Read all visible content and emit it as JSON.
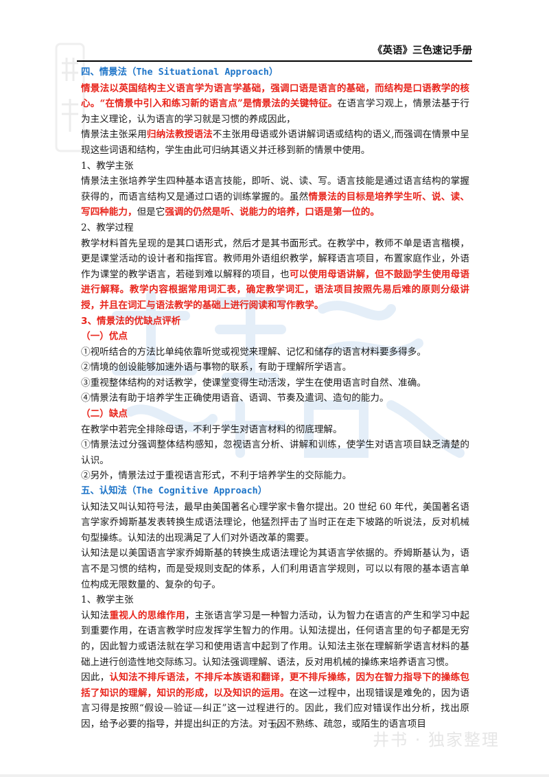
{
  "header": {
    "title": "《英语》三色速记手册"
  },
  "page_number": "50",
  "watermark": {
    "footer_text": "井书 · 独家整理"
  },
  "content": {
    "p1": {
      "heading": "四、情景法（The Situational Approach）"
    },
    "p2": {
      "s1": "情景法以英国结构主义语言学为语言学基础，强调口语是语言的基础，而结构是口语教学的核心。“在情景中引入和练习新的语言点”是情景法的关键特征。",
      "s2": "在语言学习观上，情景法基于行为主义理论，认为语言的学习就是习惯的养成因此，"
    },
    "p3": {
      "s1": "情景法主张采用",
      "s2": "归纳法教授语法",
      "s3": "不主张用母语或外语讲解词语或结构的语义,而强调在情景中呈现这些词语和结构，学生由此可归纳其语义并迁移到新的情景中使用。"
    },
    "p4": {
      "text": "1、教学主张"
    },
    "p5": {
      "s1": "情景法主张培养学生四种基本语言技能，即听、说、读、写。语言技能是通过语言结构的掌握获得的，而语言结构又是通过口语的训练掌握的。虽然",
      "s2": "情景法的目标是培养学生听、说、读、写四种能力，",
      "s3": "但是它",
      "s4": "强调的仍然是听、说能力的培养，口语是第一位的。"
    },
    "p6": {
      "text": "2、教学过程"
    },
    "p7": {
      "s1": "教学材料首先呈现的是其口语形式，然后才是其书面形式。在教学中，教师不单是语言楷模，更是课堂活动的设计者和指挥官。教师用外语组织教学，解释语言项目，布置家庭作业，外语作为课堂的教学语言，若碰到难以解释的项目，也",
      "s2": "可以使用母语讲解，但不鼓励学生使用母语进行解释。教学内容根据常用词汇表，确定教学词汇，语法项目按照先易后难的原则分级讲授，并且在词汇与语法教学的基础上进行阅读和写作教学。"
    },
    "p8": {
      "heading": "3、情景法的优缺点评析"
    },
    "p9": {
      "heading": "（一）优点"
    },
    "p10": {
      "text": "①视听结合的方法比单纯依靠听觉或视觉来理解、记忆和储存的语言材料要多得多。"
    },
    "p11": {
      "text": "②情境的创设能够加速外语与事物的联系，有助于理解所学语言。"
    },
    "p12": {
      "text": "③重视整体结构的对话教学，使课堂变得生动活泼，学生在使用语言时自然、准确。"
    },
    "p13": {
      "text": "④情景法有助于培养学生正确使用语音、语调、节奏及遣词、造句的能力。"
    },
    "p14": {
      "heading": "（二）缺点"
    },
    "p15": {
      "text": "在教学中若完全排除母语，不利于学生对语言材料的彻底理解。"
    },
    "p16": {
      "text": "①情景法过分强调整体结构感知，忽视语言分析、讲解和训练，使学生对语言项目缺乏清楚的认识。"
    },
    "p17": {
      "text": "②另外，情景法过于重视语言形式，不利于培养学生的交际能力。"
    },
    "p18": {
      "heading": "五、认知法（The Cognitive Approach）"
    },
    "p19": {
      "text": "认知法又叫认知符号法，最早由美国著名心理学家卡鲁尔提出。20 世纪 60 年代，美国著名语言学家乔姆斯基发表转换生成语法理论，他猛烈抨击了当时正在走下坡路的听说法，反对机械句型操练。认知法的出现满足了人们对外语改革的需要。"
    },
    "p20": {
      "text": "认知法是以美国语言学家乔姆斯基的转换生成语法理论为其语言学依据的。乔姆斯基认为，语言不是习惯的结构，而是受规则支配的体系，人们利用语言学规则，可以以有限的基本语言单位构成无限数量的、复杂的句子。"
    },
    "p21": {
      "text": "1、教学主张"
    },
    "p22": {
      "s1": "认知法",
      "s2": "重视人的思维作用",
      "s3": "，主张语言学习是一种智力活动，认为智力在语言的产生和学习中起到重要作用，在语言教学时应发挥学生智力的作用。认知法提出，任何语言里的句子都是无穷的，因此智力或语法就在学习和使用语言中起到了作用。认知法主张在理解新学语言材料的基础上进行创造性地交际练习。认知法强调理解、语法，反对用机械的操练来培养语言习惯。"
    },
    "p23": {
      "s1": "因此，",
      "s2": "认知法不排斥语法，不排斥本族语和翻译，更不排斥操练，因为在智力指导下的操练包括了知识的理解，知识的形成，以及知识的运用。",
      "s3": "在这一过程中，出现错误是难免的，因为语言习得是按照“假设—验证—纠正”这一过程进行的。因此，我们应对错误作出分析，找出原因，给予必要的指导，并提出纠正的方法。对于因不熟练、疏忽，或陌生的语言项目"
    }
  }
}
